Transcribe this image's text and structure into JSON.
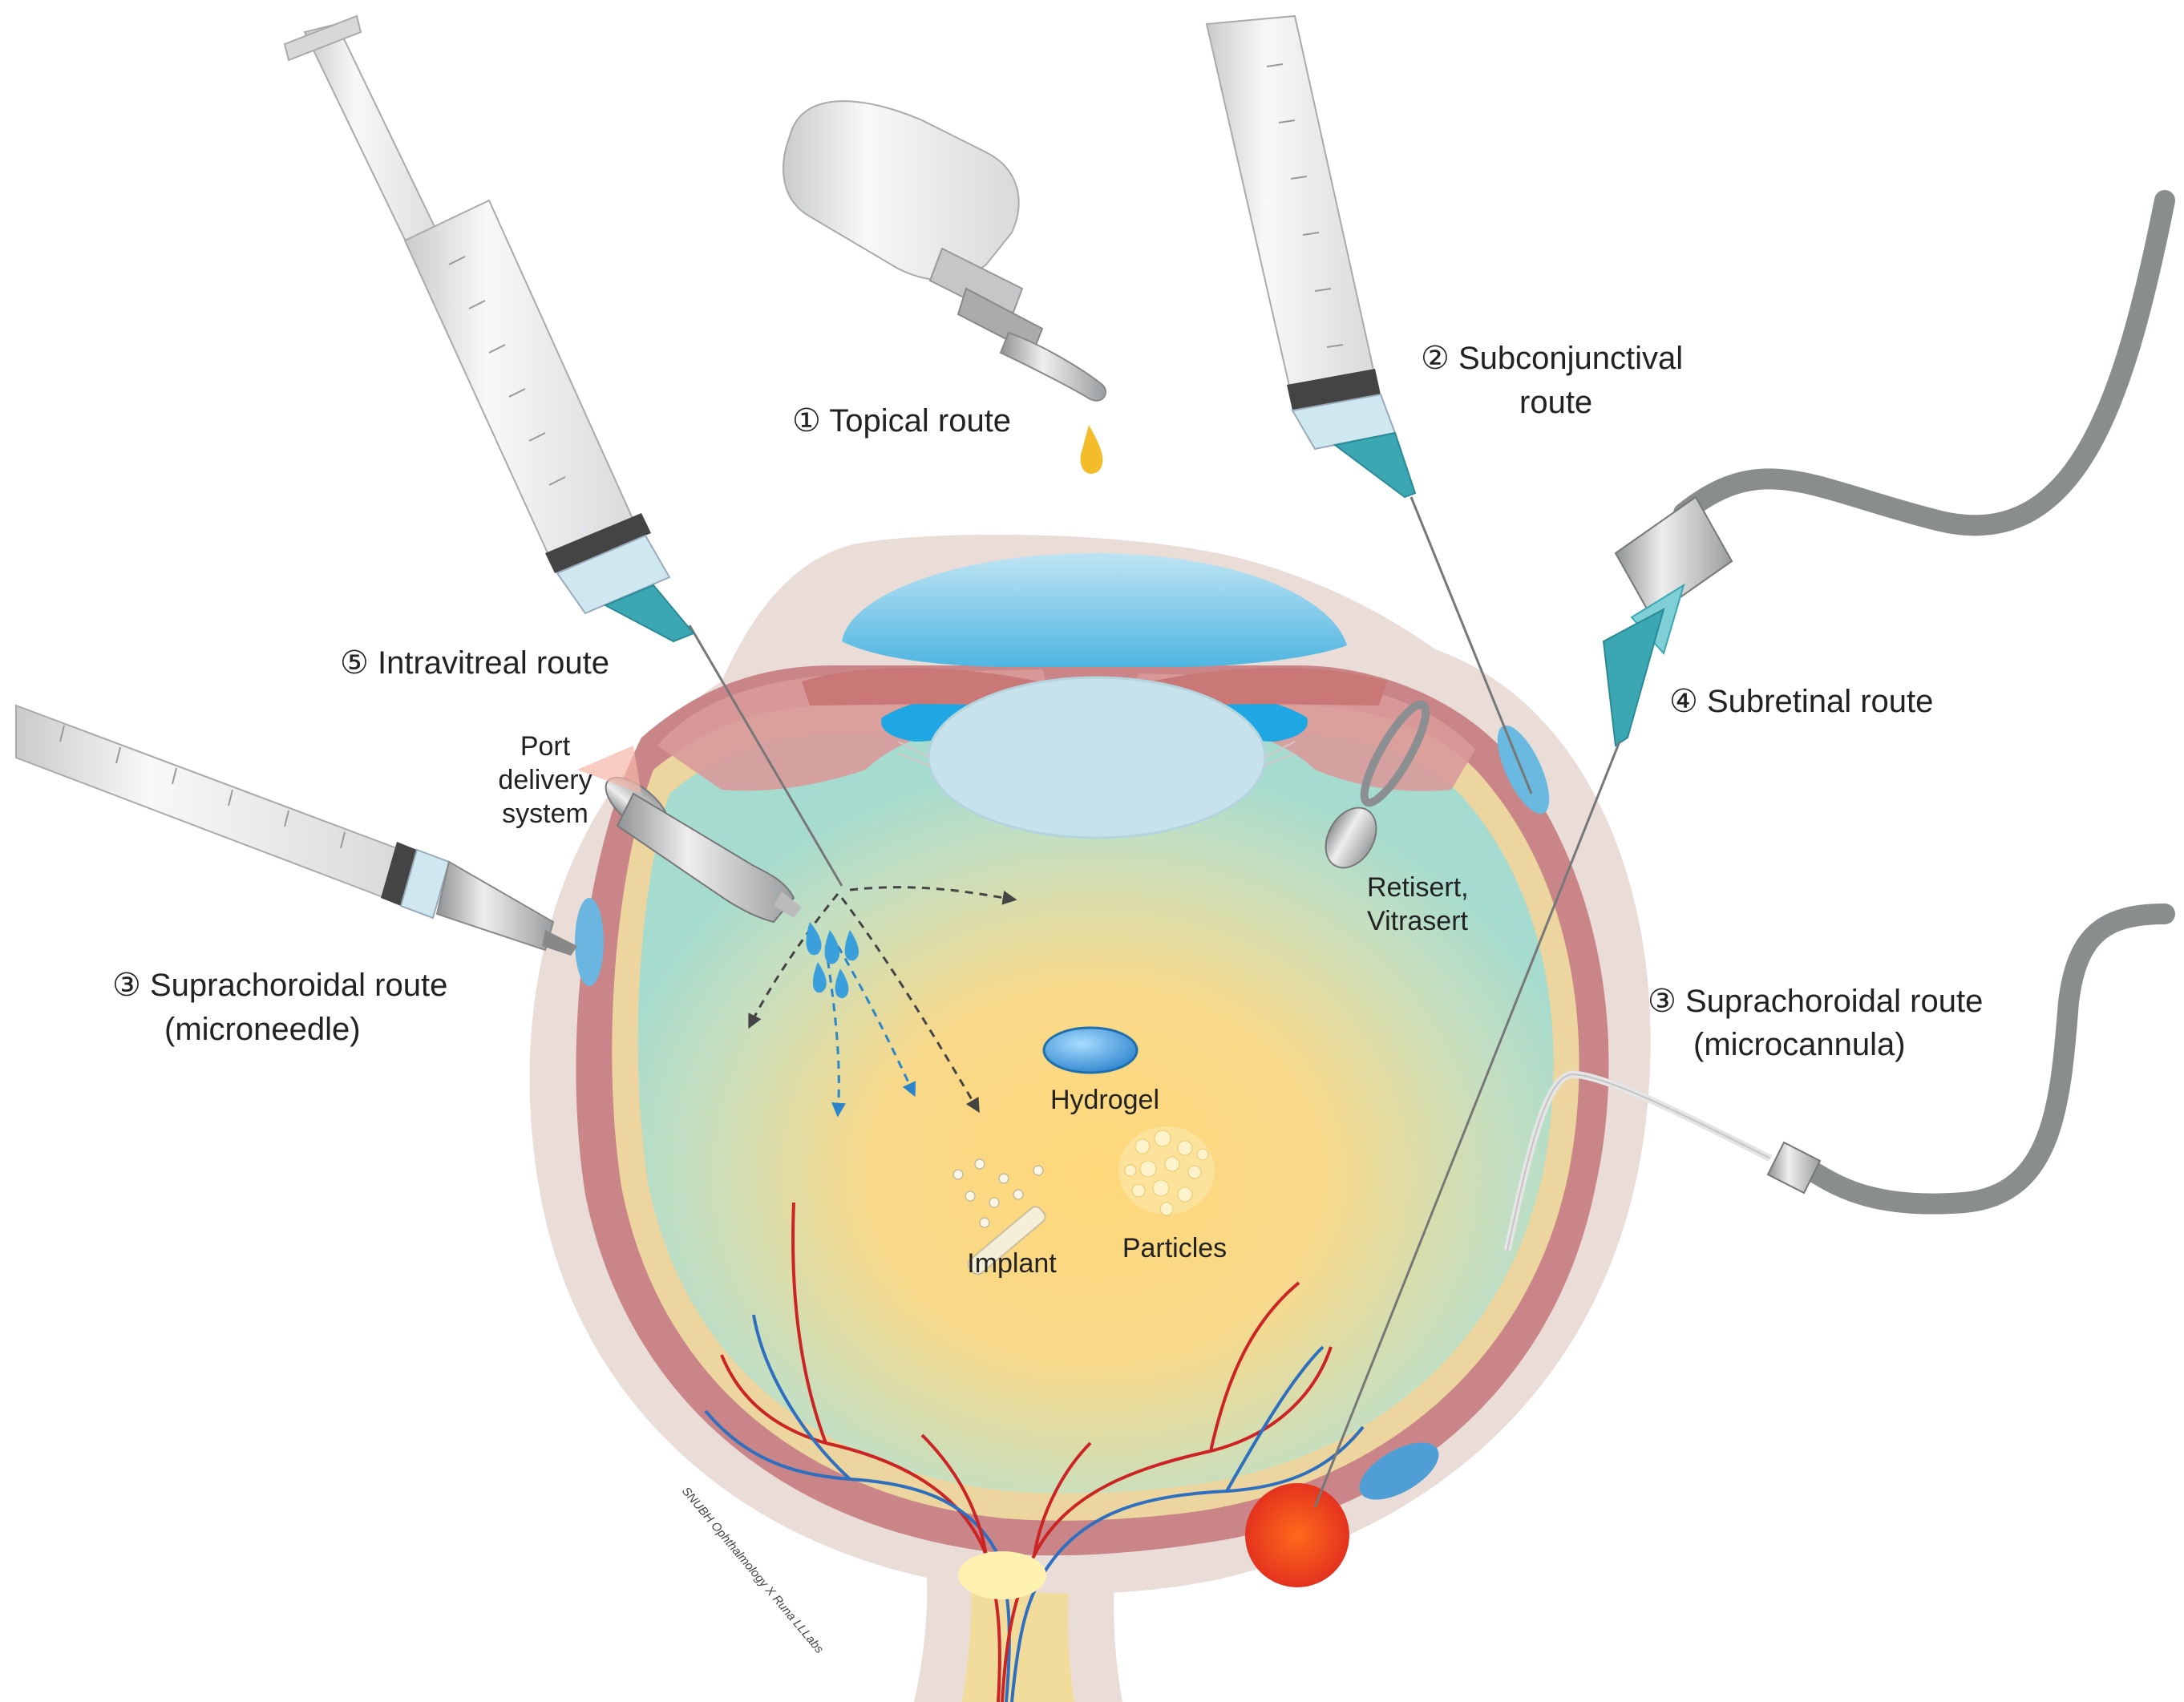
{
  "labels": {
    "topical": "① Topical route",
    "subconjunctival_line1": "② Subconjunctival",
    "subconjunctival_line2": "route",
    "subretinal": "④ Subretinal route",
    "intravitreal": "⑤ Intravitreal route",
    "port_line1": "Port",
    "port_line2": "delivery",
    "port_line3": "system",
    "retisert_line1": "Retisert,",
    "retisert_line2": "Vitrasert",
    "supra_needle_line1": "③ Suprachoroidal route",
    "supra_needle_line2": "(microneedle)",
    "supra_cannula_line1": "③ Suprachoroidal route",
    "supra_cannula_line2": "(microcannula)",
    "hydrogel": "Hydrogel",
    "implant": "Implant",
    "particles": "Particles"
  },
  "credit": "SNUBH Ophthalmology X Runa LLLabs",
  "colors": {
    "sclera": "#eadcd7",
    "choroid": "#c98587",
    "retina": "#ecd59e",
    "vitreous_center": "#ffd67a",
    "vitreous_edge": "#a9ddd0",
    "cornea": "#6cc3e6",
    "lens": "#c7e2ea",
    "drop": "#f4bb2a",
    "needle_hub": "#3aa7b3",
    "tube": "#8a8d8e",
    "vessel_red": "#cc2424",
    "vessel_blue": "#2f6fbf"
  }
}
